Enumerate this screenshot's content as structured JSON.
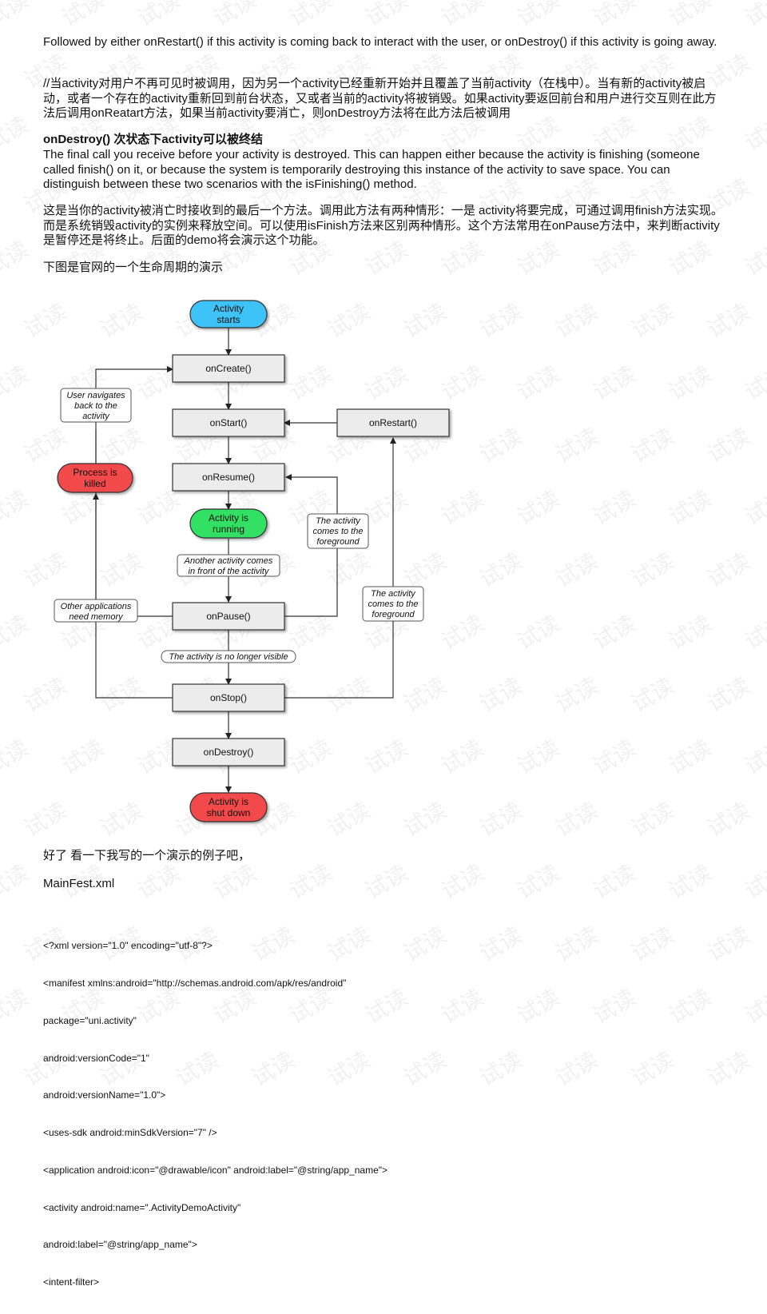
{
  "watermark": "试读",
  "paragraphs": {
    "p1": "Followed by either onRestart() if this activity is coming back to interact with the user, or onDestroy() if this activity is going away.",
    "p2": "//当activity对用户不再可见时被调用，因为另一个activity已经重新开始并且覆盖了当前activity（在栈中）。当有新的activity被启动，或者一个存在的activity重新回到前台状态，又或者当前的activity将被销毁。如果activity要返回前台和用户进行交互则在此方法后调用onReatart方法，如果当前activity要消亡，则onDestroy方法将在此方法后被调用",
    "heading": "onDestroy()     次状态下activity可以被终结",
    "p3": "The final call you receive before your activity is destroyed. This can happen either because the activity is finishing (someone called finish() on it, or because the system is temporarily destroying this instance of the activity to save space. You can distinguish between these two scenarios with the isFinishing() method.",
    "p4": "这是当你的activity被消亡时接收到的最后一个方法。调用此方法有两种情形：一是 activity将要完成，可通过调用finish方法实现。而是系统销毁activity的实例来释放空间。可以使用isFinish方法来区别两种情形。这个方法常用在onPause方法中，来判断activity是暂停还是将终止。后面的demo将会演示这个功能。",
    "p5": "下图是官网的一个生命周期的演示",
    "p6": "好了 看一下我写的一个演示的例子吧，",
    "p7": "MainFest.xml"
  },
  "diagram": {
    "activity_starts": [
      "Activity",
      "starts"
    ],
    "on_create": "onCreate()",
    "on_start": "onStart()",
    "on_restart": "onRestart()",
    "on_resume": "onResume()",
    "activity_running": [
      "Activity is",
      "running"
    ],
    "on_pause": "onPause()",
    "on_stop": "onStop()",
    "on_destroy": "onDestroy()",
    "activity_shut_down": [
      "Activity is",
      "shut down"
    ],
    "process_killed": [
      "Process is",
      "killed"
    ],
    "note_user_navigates": [
      "User navigates",
      "back to the",
      "activity"
    ],
    "note_foreground_1": [
      "The activity",
      "comes to the",
      "foreground"
    ],
    "note_another_activity": [
      "Another activity comes",
      "in front of the activity"
    ],
    "note_other_apps": [
      "Other applications",
      "need memory"
    ],
    "note_foreground_2": [
      "The activity",
      "comes to the",
      "foreground"
    ],
    "note_no_longer_visible": "The activity is no longer visible",
    "colors": {
      "start": "#3ec3f7",
      "running": "#32e064",
      "end": "#f2484b"
    }
  },
  "code_lines": [
    "<?xml version=\"1.0\" encoding=\"utf-8\"?>",
    "<manifest xmlns:android=\"http://schemas.android.com/apk/res/android\"",
    "package=\"uni.activity\"",
    "android:versionCode=\"1\"",
    "android:versionName=\"1.0\">",
    "<uses-sdk android:minSdkVersion=\"7\" />",
    "<application android:icon=\"@drawable/icon\" android:label=\"@string/app_name\">",
    "<activity android:name=\".ActivityDemoActivity\"",
    "android:label=\"@string/app_name\">",
    "<intent-filter>"
  ]
}
